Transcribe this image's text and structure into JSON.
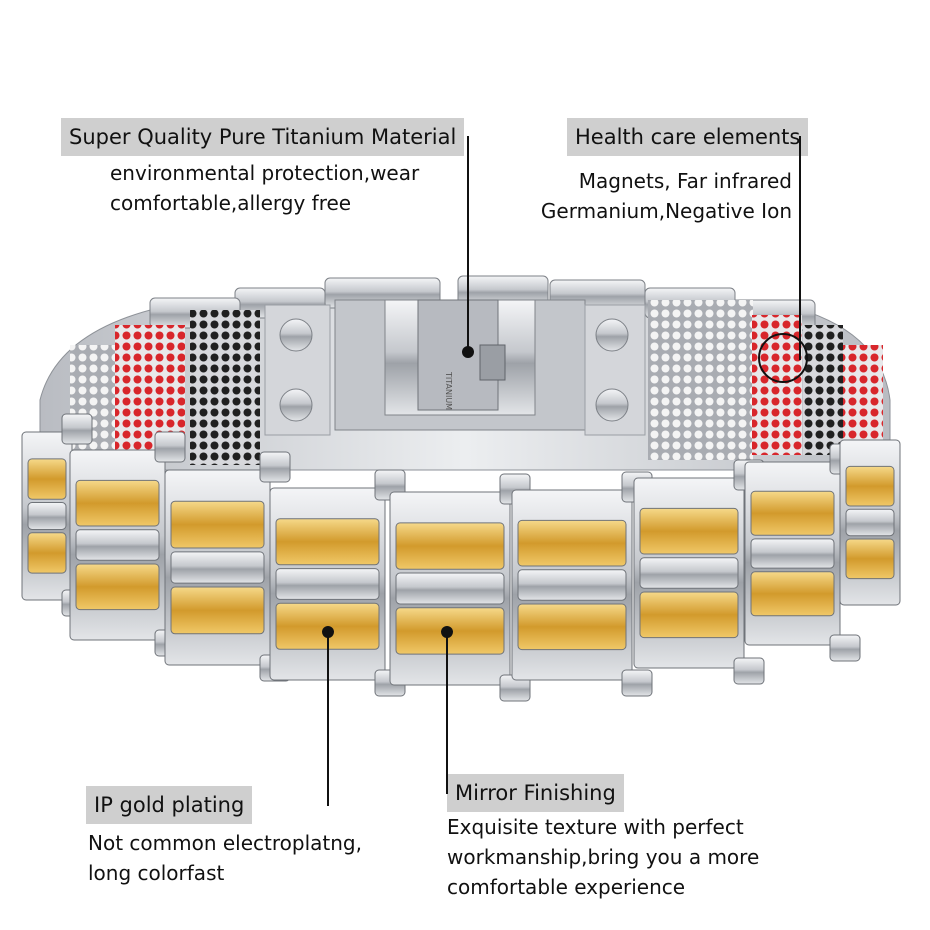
{
  "callouts": {
    "titanium": {
      "title": "Super Quality Pure Titanium Material",
      "lines": [
        "environmental protection,wear",
        "comfortable,allergy free"
      ]
    },
    "health": {
      "title": "Health care elements",
      "lines": [
        "Magnets, Far infrared",
        "Germanium,Negative Ion"
      ]
    },
    "gold": {
      "title": "IP gold plating",
      "lines": [
        "Not common electroplatng,",
        "long colorfast"
      ]
    },
    "mirror": {
      "title": "Mirror Finishing",
      "lines": [
        "Exquisite texture with perfect",
        "workmanship,bring you a more",
        "comfortable experience"
      ]
    }
  },
  "clasp_engraving": "TITANIUM",
  "colors": {
    "label_bg": "#cfcfcf",
    "gold": "#d9a93a",
    "silver": "#c9ccd1",
    "red_dot": "#d8262b",
    "black_dot": "#202020",
    "white_dot": "#f2f2f2"
  }
}
